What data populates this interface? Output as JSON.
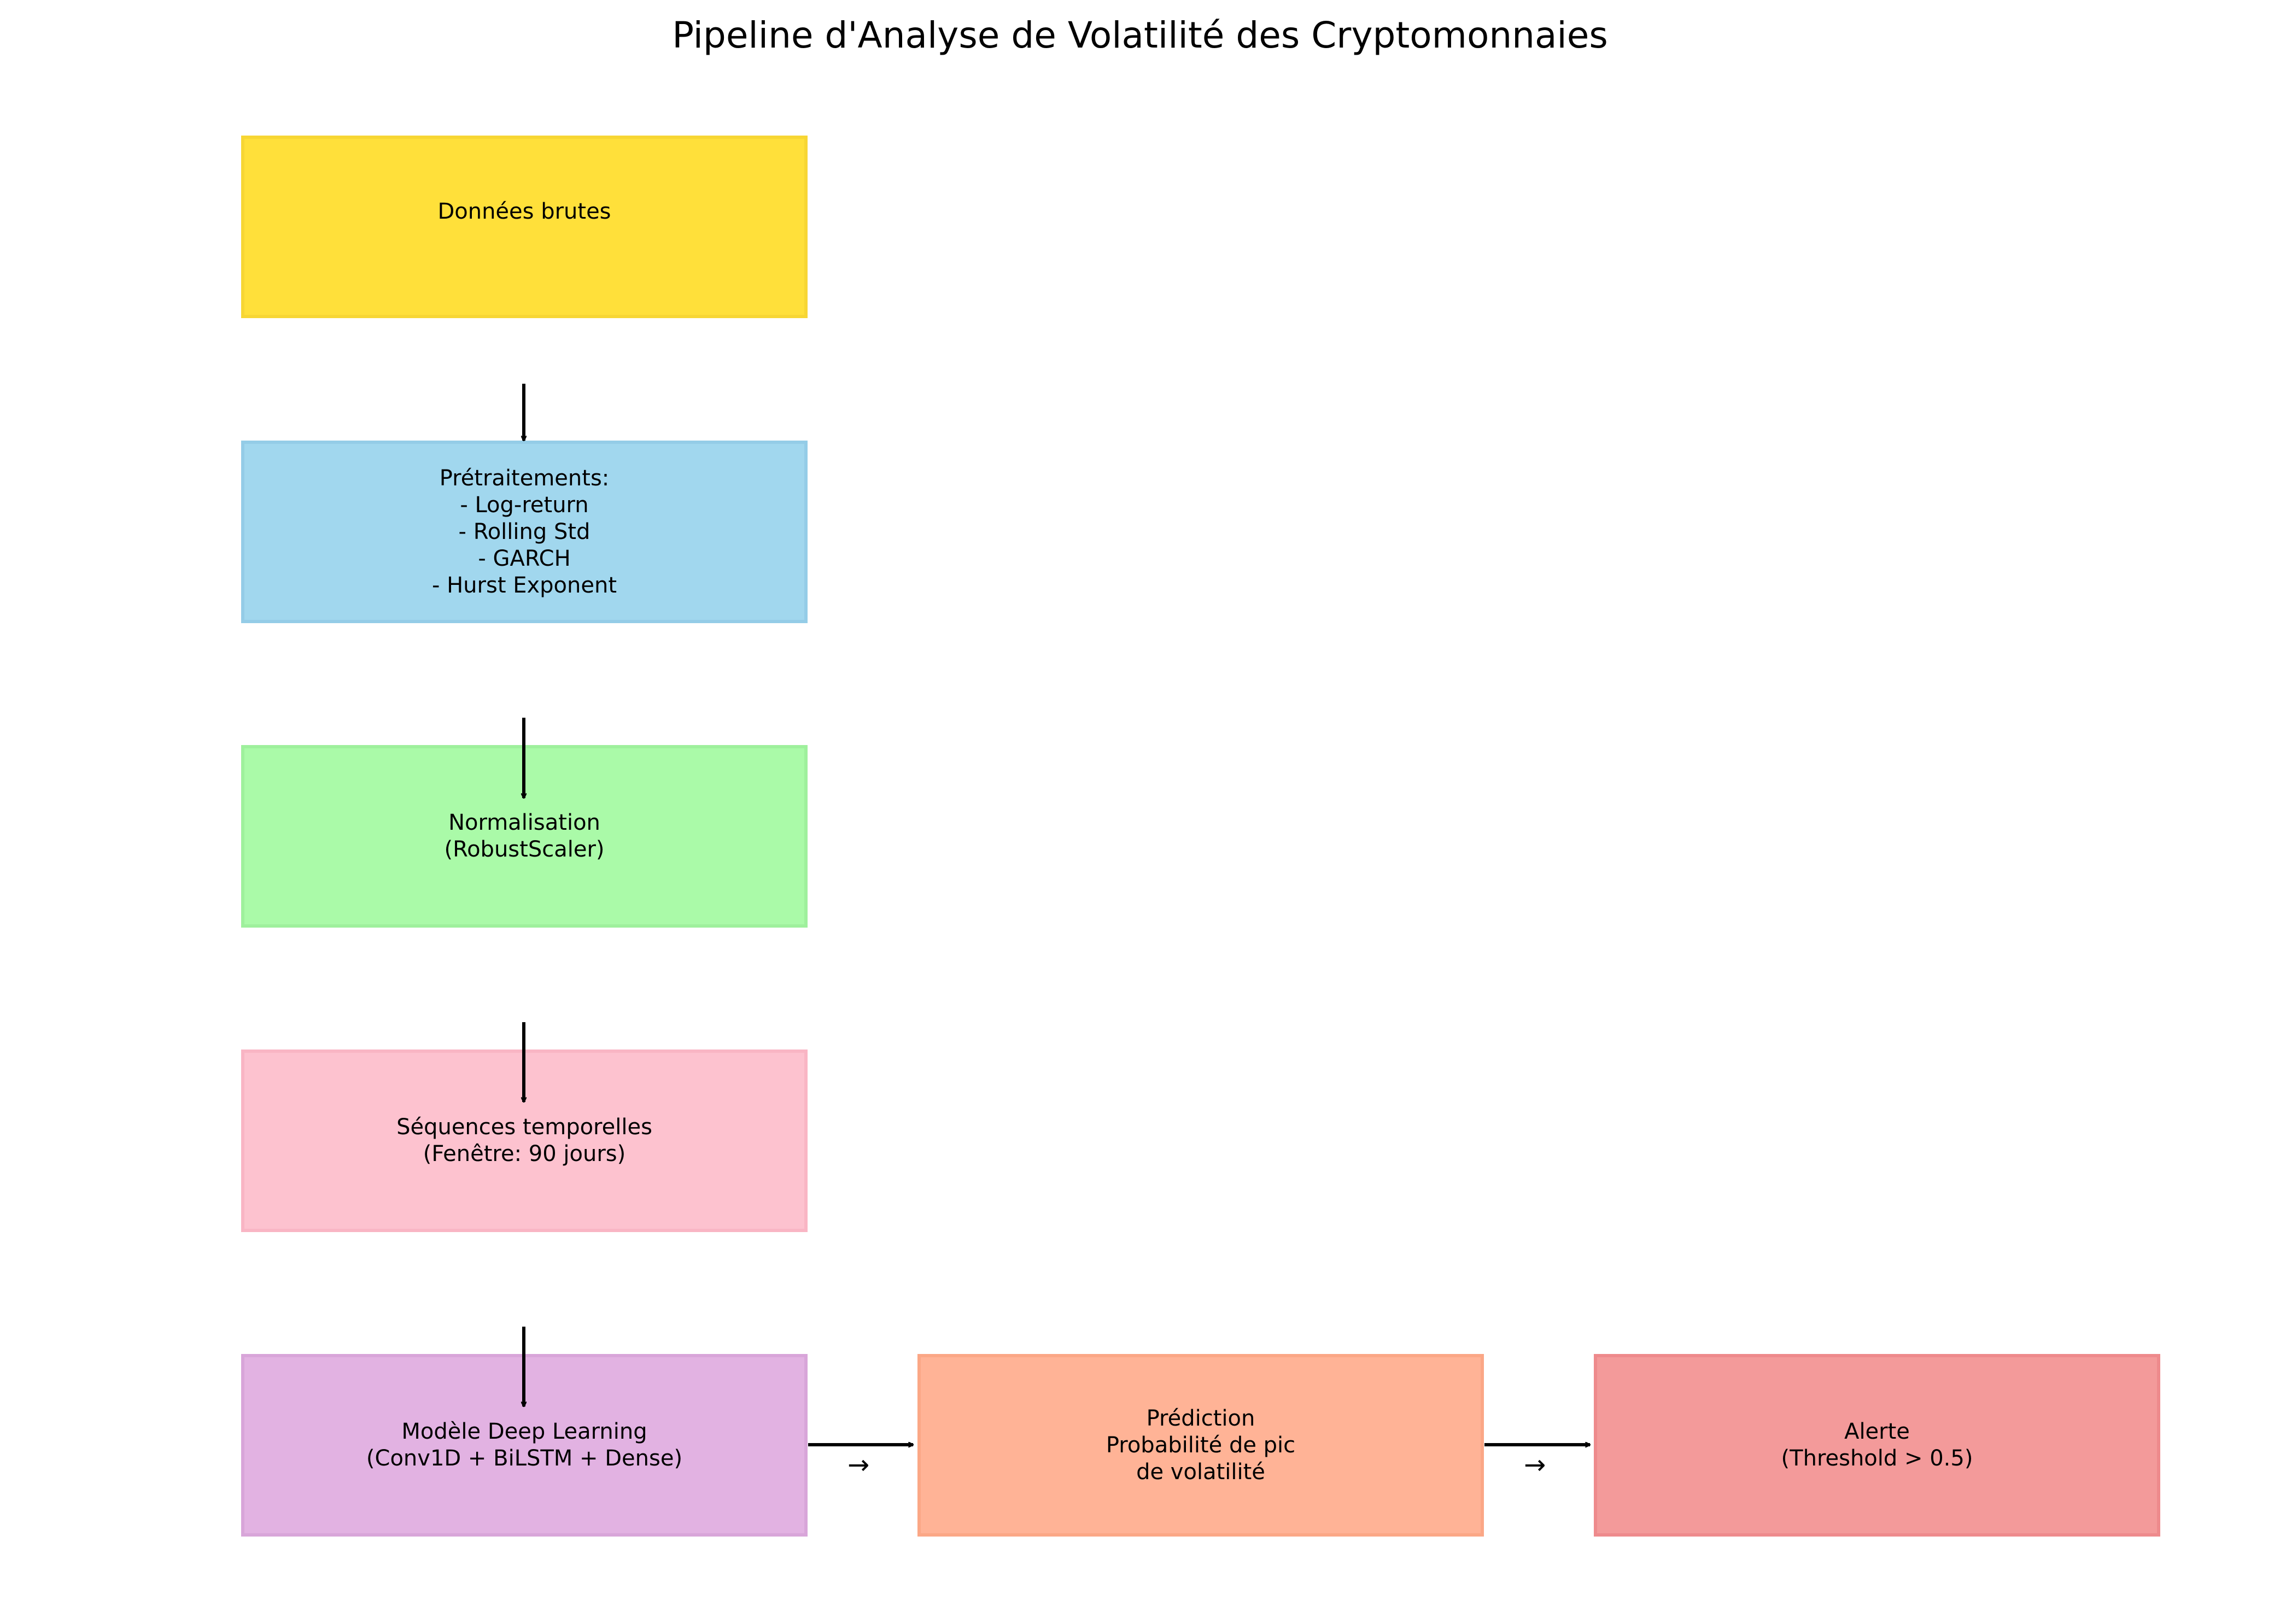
{
  "title": "Pipeline d'Analyse de Volatilité des Cryptomonnaies",
  "nodes": [
    {
      "id": "raw-data",
      "label": "Données brutes",
      "fill": "#FFE03A",
      "border": "#F7D633"
    },
    {
      "id": "preprocessing",
      "label": "Prétraitements:\n- Log-return\n- Rolling Std\n- GARCH\n- Hurst Exponent",
      "fill": "#A1D7EE",
      "border": "#94CCE7"
    },
    {
      "id": "normalization",
      "label": "Normalisation\n(RobustScaler)",
      "fill": "#AAFAA8",
      "border": "#9EF09C"
    },
    {
      "id": "sequences",
      "label": "Séquences temporelles\n(Fenêtre: 90 jours)",
      "fill": "#FDC2CF",
      "border": "#F9B5C4"
    },
    {
      "id": "model",
      "label": "Modèle Deep Learning\n(Conv1D + BiLSTM + Dense)",
      "fill": "#E2B2E2",
      "border": "#D8A5D9"
    },
    {
      "id": "prediction",
      "label": "Prédiction\nProbabilité de pic\nde volatilité",
      "fill": "#FFB396",
      "border": "#FBA786"
    },
    {
      "id": "alert",
      "label": "Alerte\n(Threshold > 0.5)",
      "fill": "#F39A9A",
      "border": "#EE8A8C"
    }
  ],
  "edges": [
    {
      "from": "raw-data",
      "to": "preprocessing"
    },
    {
      "from": "preprocessing",
      "to": "normalization"
    },
    {
      "from": "normalization",
      "to": "sequences"
    },
    {
      "from": "sequences",
      "to": "model"
    },
    {
      "from": "model",
      "to": "prediction",
      "glyph": "→"
    },
    {
      "from": "prediction",
      "to": "alert",
      "glyph": "→"
    }
  ]
}
